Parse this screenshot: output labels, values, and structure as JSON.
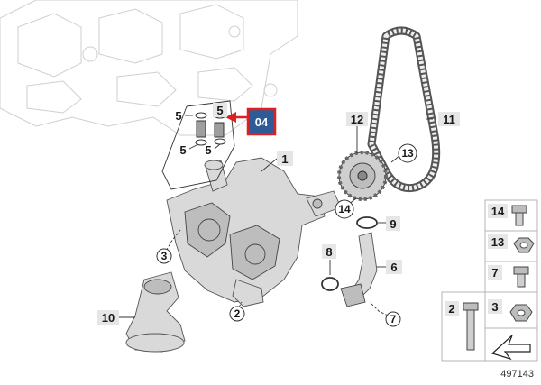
{
  "diagram_id": "497143",
  "highlight": {
    "label": "04",
    "color": "#2e5a96",
    "border": "#e02020"
  },
  "callouts": {
    "c1": "1",
    "c2": "2",
    "c3": "3",
    "c5a": "5",
    "c5b": "5",
    "c5c": "5",
    "c5d": "5",
    "c6": "6",
    "c7": "7",
    "c8": "8",
    "c9": "9",
    "c10": "10",
    "c11": "11",
    "c12": "12",
    "c13": "13",
    "c14": "14"
  },
  "legend": [
    {
      "id": "leg14",
      "label": "14"
    },
    {
      "id": "leg13",
      "label": "13"
    },
    {
      "id": "leg7",
      "label": "7"
    },
    {
      "id": "leg3",
      "label": "3"
    },
    {
      "id": "leg2",
      "label": "2"
    }
  ]
}
